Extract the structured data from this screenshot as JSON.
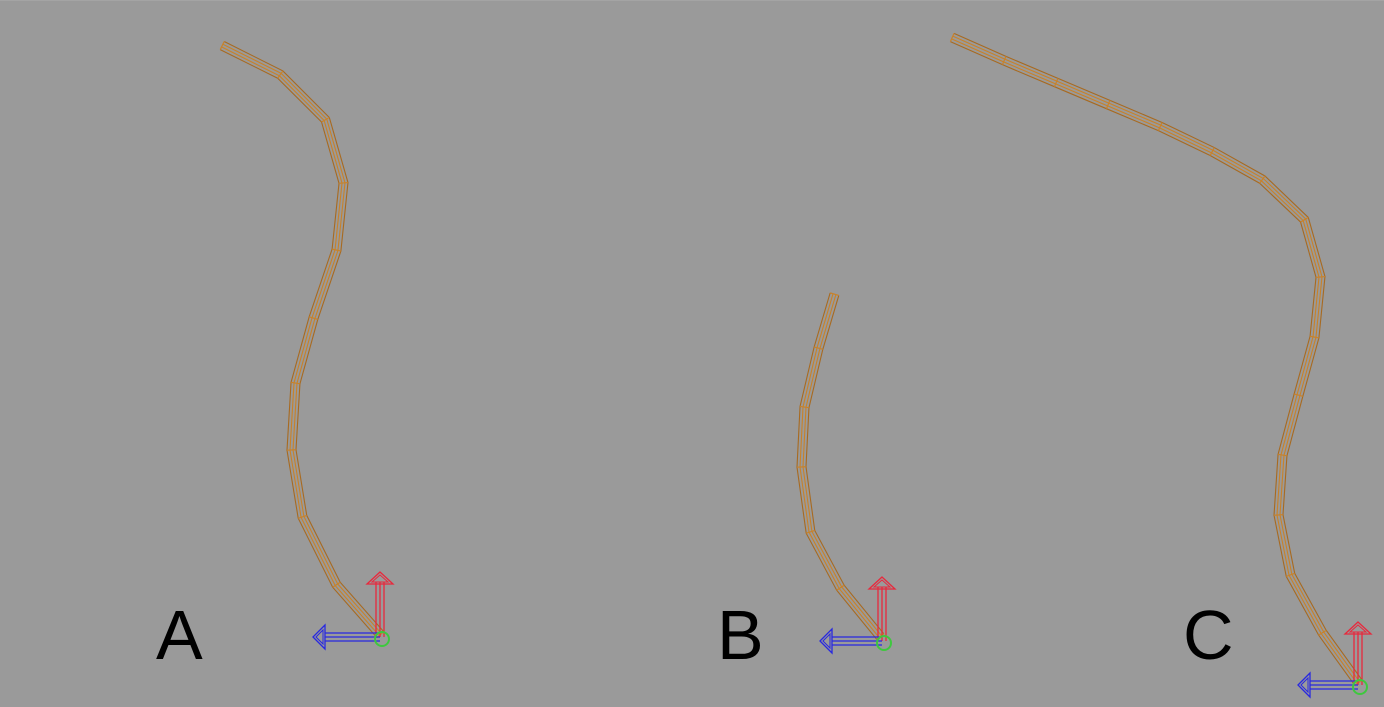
{
  "colors": {
    "background": "#9a9a9a",
    "chain": "#c8822a",
    "chain_dark": "#a86a20",
    "axis_up": "#e8283c",
    "axis_left": "#2828e0",
    "origin_ring": "#3ec83e"
  },
  "panels": [
    {
      "id": "A",
      "label": "A"
    },
    {
      "id": "B",
      "label": "B"
    },
    {
      "id": "C",
      "label": "C"
    }
  ],
  "icons": {
    "up_arrow": "red-up-arrow-icon",
    "left_arrow": "blue-left-arrow-icon",
    "origin": "green-origin-ring-icon"
  }
}
